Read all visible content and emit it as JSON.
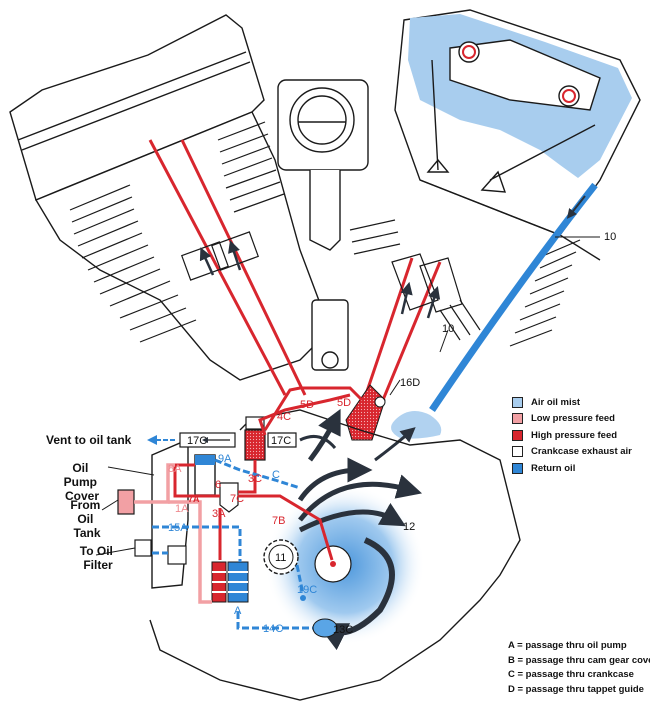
{
  "diagram": {
    "title": "V-twin engine oil flow diagram",
    "colors": {
      "air_oil_mist": "#a8cdee",
      "low_pressure_feed": "#f2a0a4",
      "high_pressure_feed": "#d8262e",
      "crankcase_exhaust_air": "#ffffff",
      "return_oil": "#2f86d6",
      "exhaust_arrow": "#2a323d",
      "outline": "#1a1a1a"
    },
    "legend": [
      {
        "key": "air_oil_mist",
        "label": "Air oil mist"
      },
      {
        "key": "low_pressure_feed",
        "label": "Low pressure feed"
      },
      {
        "key": "high_pressure_feed",
        "label": "High pressure feed"
      },
      {
        "key": "crankcase_exhaust_air",
        "label": "Crankcase exhaust air"
      },
      {
        "key": "return_oil",
        "label": "Return oil"
      }
    ],
    "passage_key": [
      "A = passage thru oil pump",
      "B = passage thru cam gear cover",
      "C = passage thru crankcase",
      "D = passage thru tappet guide"
    ],
    "callouts": {
      "vent": "Vent to oil tank",
      "pump_cover": [
        "Oil",
        "Pump",
        "Cover"
      ],
      "from_tank": [
        "From",
        "Oil",
        "Tank"
      ],
      "to_filter": [
        "To Oil",
        "Filter"
      ]
    },
    "passage_labels": {
      "p17c_left": "17C",
      "p17c_right": "17C",
      "p9a": "9A",
      "pc": "C",
      "p8a": "8A",
      "p3c": "3C",
      "p4c": "4C",
      "p5d_left": "5D",
      "p5d_right": "5D",
      "p16d": "16D",
      "p6": "6",
      "p7a": "7A",
      "p7c": "7C",
      "p3a": "3A",
      "p1a": "1A",
      "p7b": "7B",
      "p15a": "15A",
      "p11": "11",
      "p19c": "19C",
      "pa": "A",
      "p14c": "14C",
      "p13c": "13C",
      "p12": "12",
      "p10_upper": "10",
      "p10_lower": "10"
    }
  }
}
